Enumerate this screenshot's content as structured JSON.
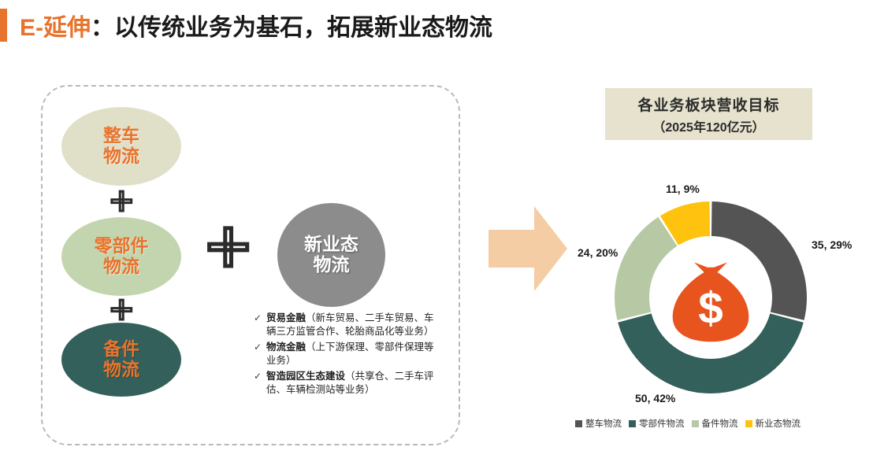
{
  "title": {
    "prefix": "E-延伸",
    "rest": "：以传统业务为基石，拓展新业态物流",
    "accent_color": "#e8732c"
  },
  "left_panel": {
    "ellipses": [
      {
        "name": "vehicle",
        "line1": "整车",
        "line2": "物流",
        "fill": "#e0dfc8",
        "text_color": "#e8732c"
      },
      {
        "name": "parts",
        "line1": "零部件",
        "line2": "物流",
        "fill": "#c3d5ae",
        "text_color": "#e8732c"
      },
      {
        "name": "spare",
        "line1": "备件",
        "line2": "物流",
        "fill": "#33605a",
        "text_color": "#e8732c"
      },
      {
        "name": "new-format",
        "line1": "新业态",
        "line2": "物流",
        "fill": "#8c8c8c",
        "text_color": "#ffffff"
      }
    ],
    "plus_symbol": "✛",
    "check_symbol": "✓",
    "bullets": [
      {
        "title": "贸易金融",
        "detail": "（新车贸易、二手车贸易、车辆三方监管合作、轮胎商品化等业务）"
      },
      {
        "title": "物流金融",
        "detail": "（上下游保理、零部件保理等业务）"
      },
      {
        "title": "智造园区生态建设",
        "detail": "（共享仓、二手车评估、车辆检测站等业务）"
      }
    ]
  },
  "arrow": {
    "color": "#f5cda5"
  },
  "chart_data": {
    "type": "pie",
    "title": "各业务板块营收目标",
    "subtitle": "（2025年120亿元）",
    "unit": "亿元",
    "total": 120,
    "legend_position": "bottom",
    "categories": [
      "整车物流",
      "零部件物流",
      "备件物流",
      "新业态物流"
    ],
    "values": [
      35,
      50,
      24,
      11
    ],
    "percentages": [
      29,
      42,
      20,
      9
    ],
    "labels": [
      "35, 29%",
      "50, 42%",
      "24, 20%",
      "11, 9%"
    ],
    "colors": [
      "#545454",
      "#33605a",
      "#b7c9a4",
      "#ffc20e"
    ],
    "center_icon": "money-bag-icon",
    "center_icon_color": "#e8541e"
  }
}
